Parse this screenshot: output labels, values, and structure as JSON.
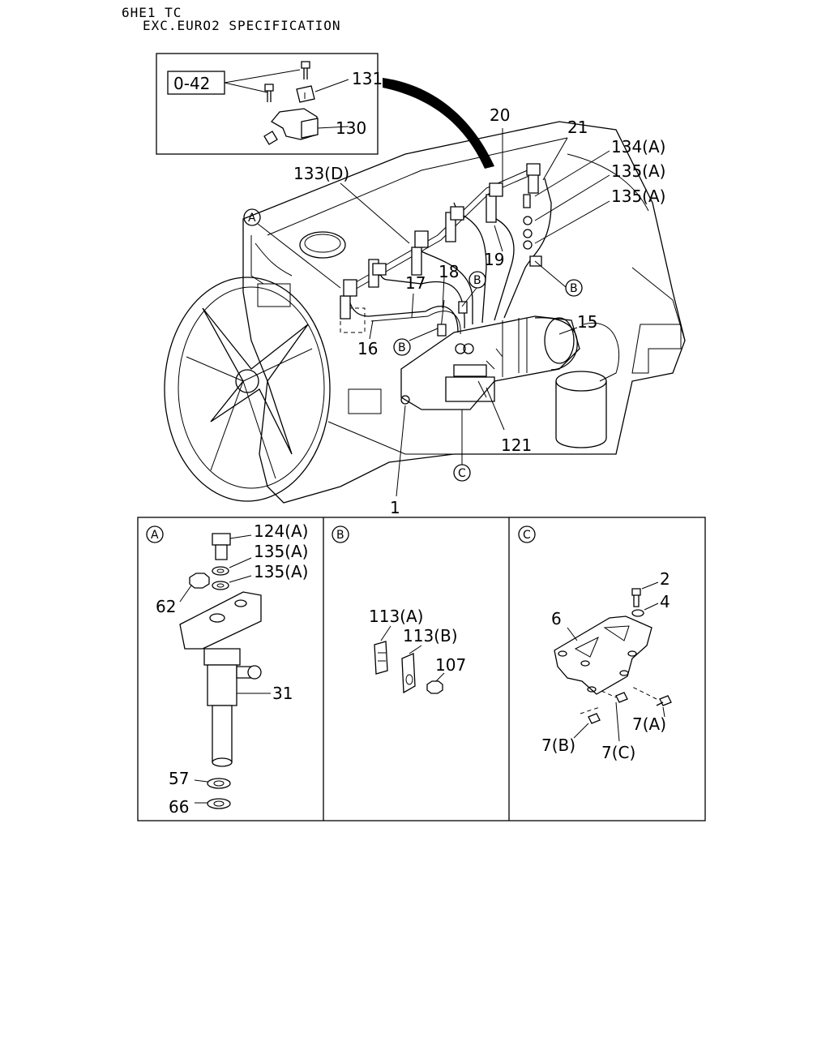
{
  "header": {
    "line1": "6HE1 TC",
    "line2": "EXC.EURO2 SPECIFICATION"
  },
  "main_callouts": {
    "ref_box": "0-42",
    "p131": "131",
    "p130": "130",
    "p20": "20",
    "p21": "21",
    "p134a": "134(A)",
    "p135a_1": "135(A)",
    "p135a_2": "135(A)",
    "p133d": "133(D)",
    "pA": "A",
    "p18": "18",
    "p17": "17",
    "p19": "19",
    "pB_1": "B",
    "pB_2": "B",
    "pB_3": "B",
    "p15": "15",
    "p16": "16",
    "p121": "121",
    "pC": "C",
    "p1": "1"
  },
  "panel_a": {
    "tag": "A",
    "p124a": "124(A)",
    "p135a_1": "135(A)",
    "p135a_2": "135(A)",
    "p62": "62",
    "p31": "31",
    "p57": "57",
    "p66": "66"
  },
  "panel_b": {
    "tag": "B",
    "p113a": "113(A)",
    "p113b": "113(B)",
    "p107": "107"
  },
  "panel_c": {
    "tag": "C",
    "p2": "2",
    "p4": "4",
    "p6": "6",
    "p7a": "7(A)",
    "p7b": "7(B)",
    "p7c": "7(C)"
  }
}
